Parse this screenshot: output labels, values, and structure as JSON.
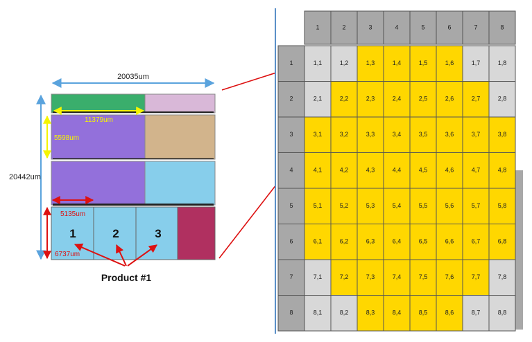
{
  "floorplan": {
    "width_label": "20035um",
    "height_label": "20442um",
    "inner_width_label": "11379um",
    "inner_height_label": "5598um",
    "product_height_label": "5135um",
    "product_width_label": "6737um",
    "product_numbers": [
      "1",
      "2",
      "3"
    ],
    "product_caption": "Product #1",
    "colors": {
      "green": "#3aae6c",
      "pink": "#d9b8d8",
      "purple": "#9370db",
      "tan": "#d2b48c",
      "sky": "#87ceeb",
      "crimson": "#b03060",
      "arrow_blue": "#5aa3dd",
      "arrow_yellow": "#f5f500",
      "arrow_red": "#dd1111"
    }
  },
  "wafer_grid": {
    "column_headers": [
      "1",
      "2",
      "3",
      "4",
      "5",
      "6",
      "7",
      "8"
    ],
    "row_headers": [
      "1",
      "2",
      "3",
      "4",
      "5",
      "6",
      "7",
      "8"
    ],
    "yellow_cells": [
      [
        3,
        4,
        5,
        6
      ],
      [
        2,
        3,
        4,
        5,
        6,
        7
      ],
      [
        1,
        2,
        3,
        4,
        5,
        6,
        7,
        8
      ],
      [
        1,
        2,
        3,
        4,
        5,
        6,
        7,
        8
      ],
      [
        1,
        2,
        3,
        4,
        5,
        6,
        7,
        8
      ],
      [
        1,
        2,
        3,
        4,
        5,
        6,
        7,
        8
      ],
      [
        2,
        3,
        4,
        5,
        6,
        7
      ],
      [
        3,
        4,
        5,
        6
      ]
    ],
    "colors": {
      "header": "#a8a8a8",
      "gray_cell": "#d8d8d8",
      "yellow_cell": "#ffd700",
      "border": "#555555"
    }
  }
}
